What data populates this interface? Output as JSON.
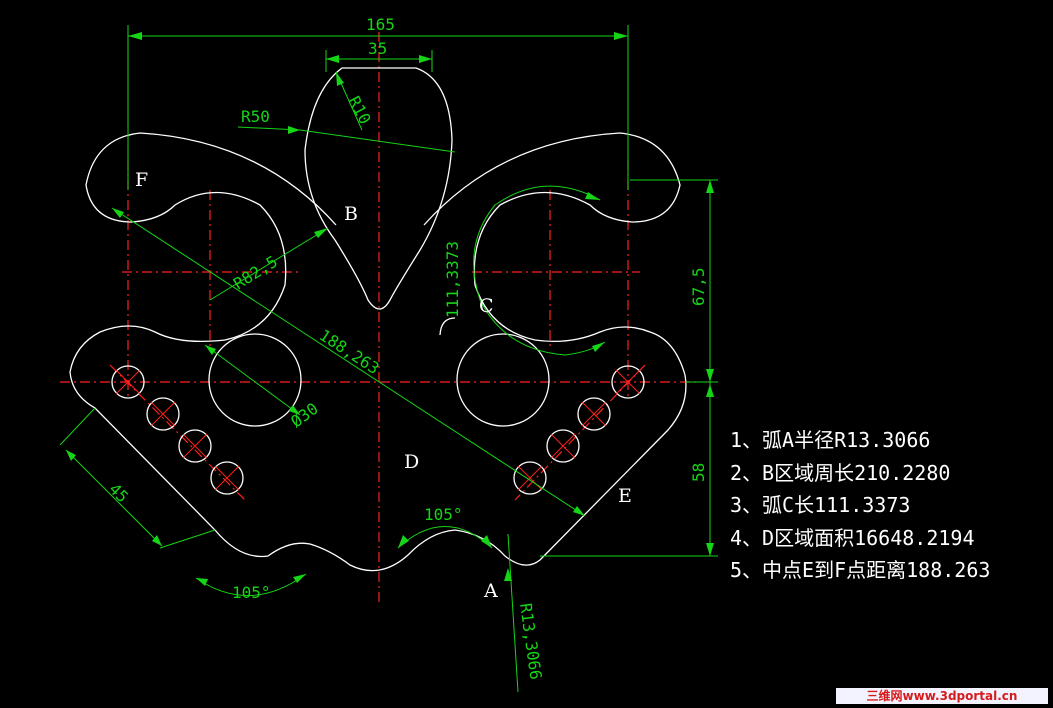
{
  "drawing": {
    "point_labels": {
      "A": "A",
      "B": "B",
      "C": "C",
      "D": "D",
      "E": "E",
      "F": "F"
    },
    "dimensions": {
      "overall_width": "165",
      "top_width": "35",
      "radius_top": "R10",
      "radius_large": "R50",
      "radius_inner": "R82,5",
      "arc_c_length": "111,3373",
      "diagonal": "188,263",
      "hole_diameter": "Ø30",
      "right_height_upper": "67,5",
      "right_height_lower": "58",
      "slot_length": "45",
      "angle_center": "105°",
      "angle_left": "105°",
      "radius_a": "R13,3066"
    }
  },
  "notes": [
    "1、弧A半径R13.3066",
    "2、B区域周长210.2280",
    "3、弧C长111.3373",
    "4、D区域面积16648.2194",
    "5、中点E到F点距离188.263"
  ],
  "watermark": "三维网www.3dportal.cn",
  "colors": {
    "background": "#000000",
    "geometry": "#ffffff",
    "centerline": "#ff2020",
    "dimension": "#16d416"
  }
}
